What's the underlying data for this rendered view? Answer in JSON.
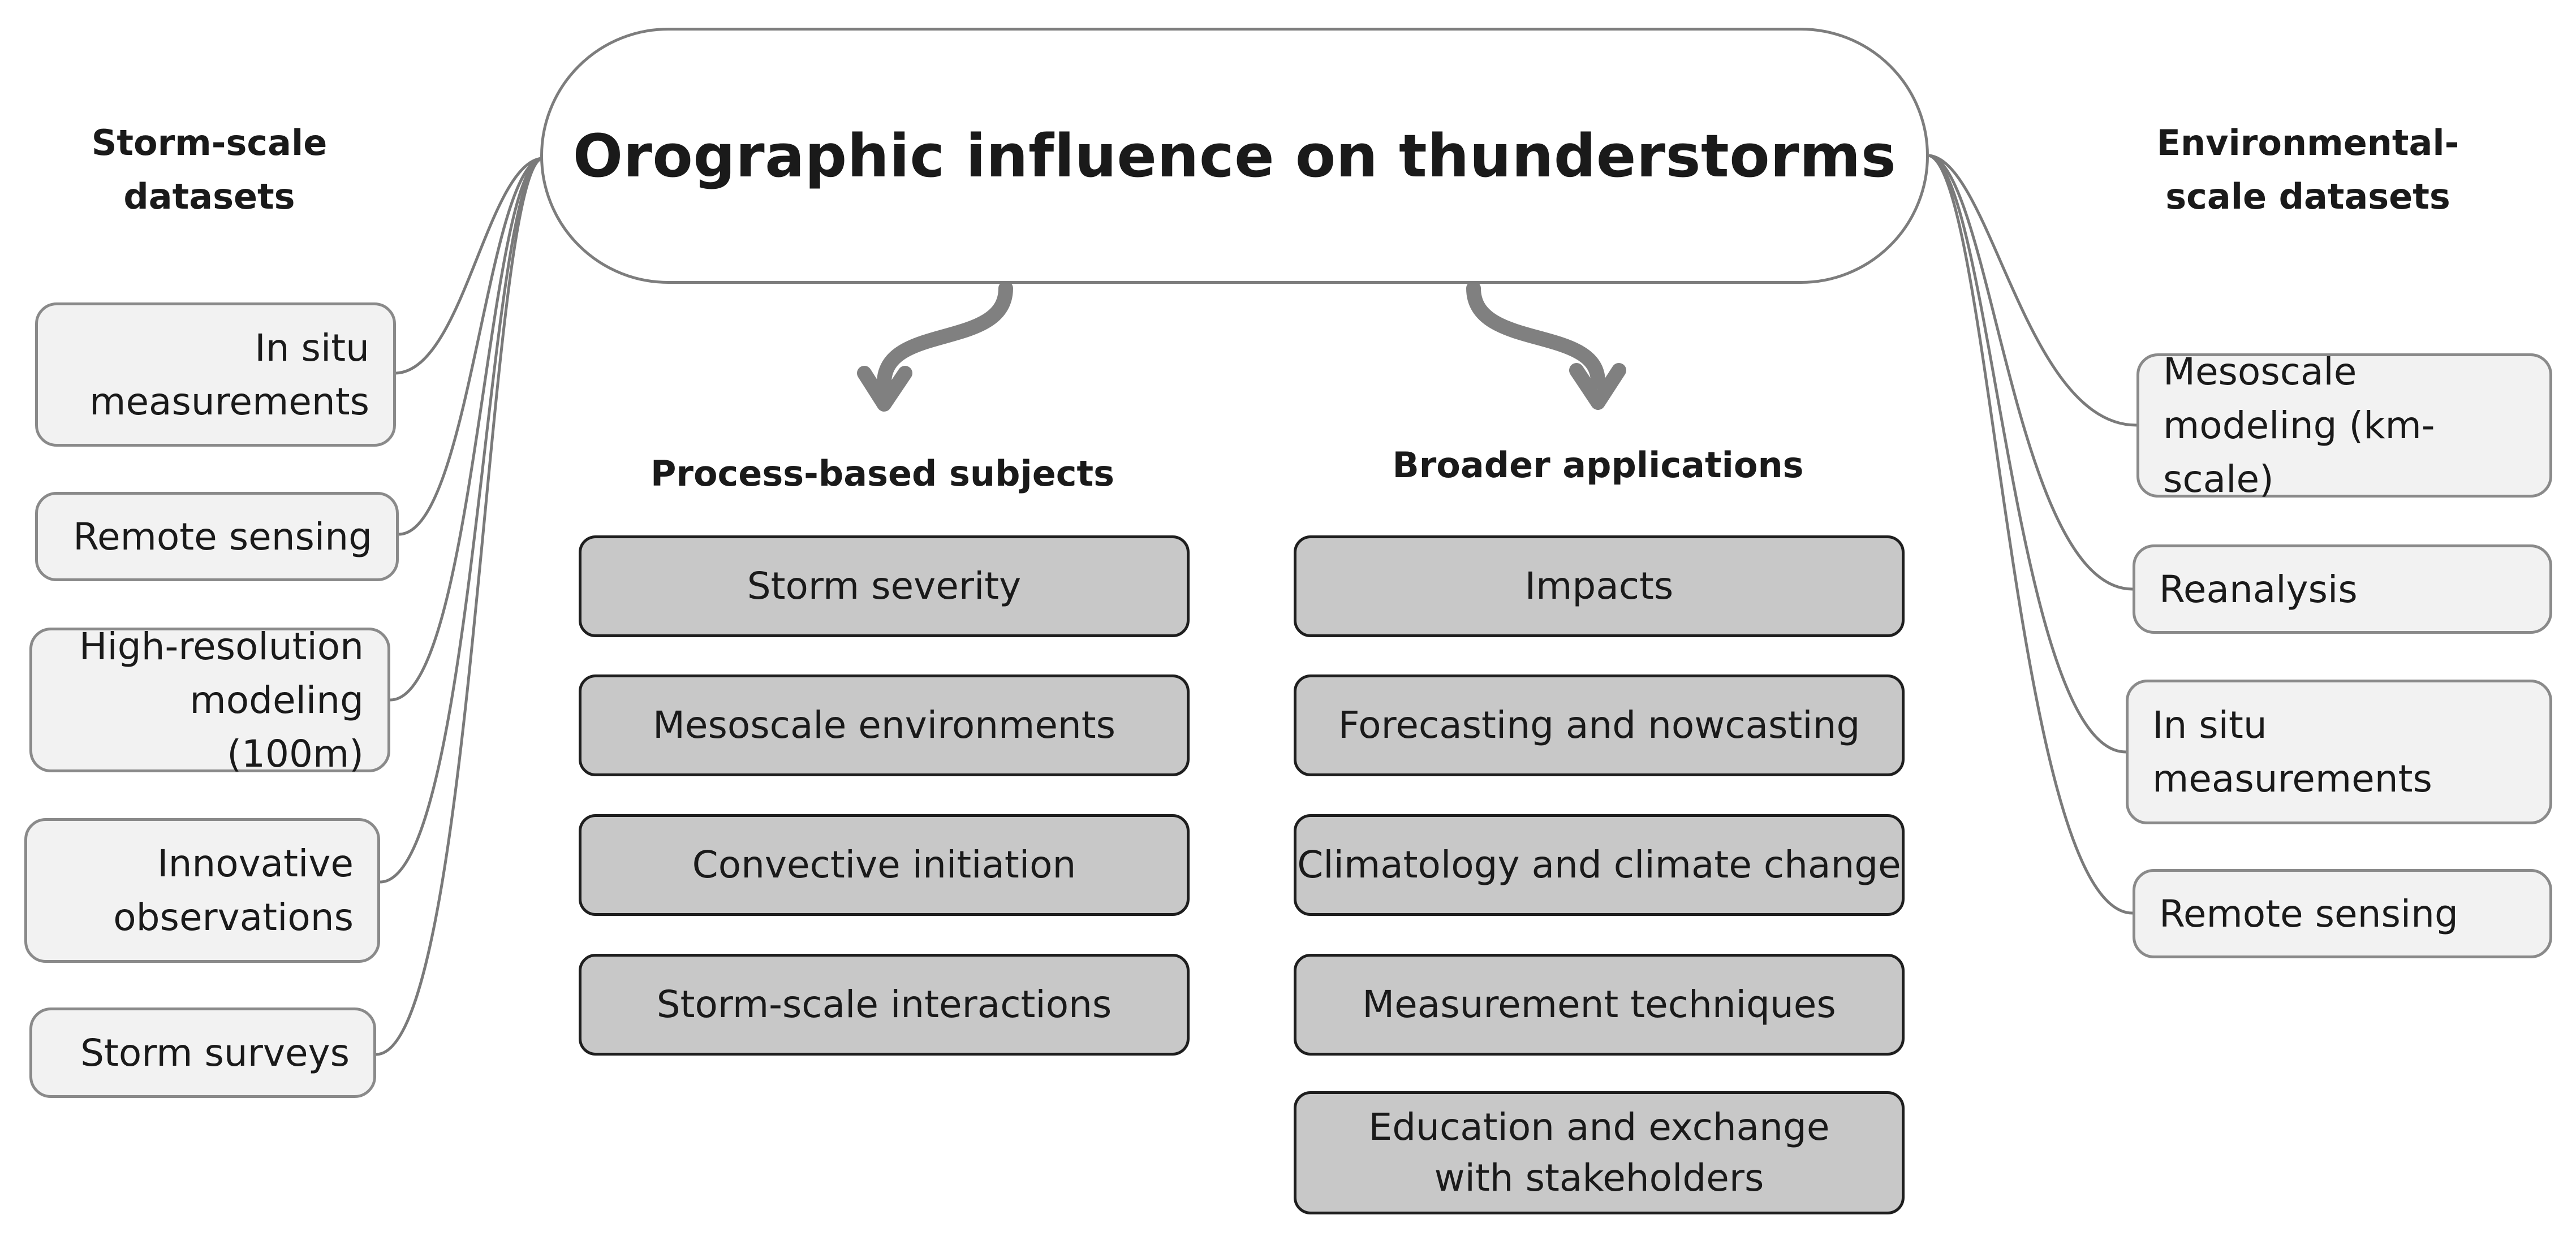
{
  "title": "Orographic influence on thunderstorms",
  "left_heading": "Storm-scale datasets",
  "right_heading": "Environmental-scale datasets",
  "process_heading": "Process-based subjects",
  "applications_heading": "Broader applications",
  "left_items": [
    "In situ measurements",
    "Remote sensing",
    "High-resolution modeling (100m)",
    "Innovative observations",
    "Storm surveys"
  ],
  "right_items": [
    "Mesoscale modeling (km-scale)",
    "Reanalysis",
    "In situ measurements",
    "Remote sensing"
  ],
  "process_items": [
    "Storm severity",
    "Mesoscale environments",
    "Convective initiation",
    "Storm-scale interactions"
  ],
  "application_items": [
    "Impacts",
    "Forecasting and nowcasting",
    "Climatology and climate change",
    "Measurement techniques",
    "Education and exchange with stakeholders"
  ],
  "colors": {
    "side_fill": "#f2f2f2",
    "middle_fill": "#c8c8c8",
    "outline": "#7d7d7d",
    "arrow": "#808080"
  }
}
